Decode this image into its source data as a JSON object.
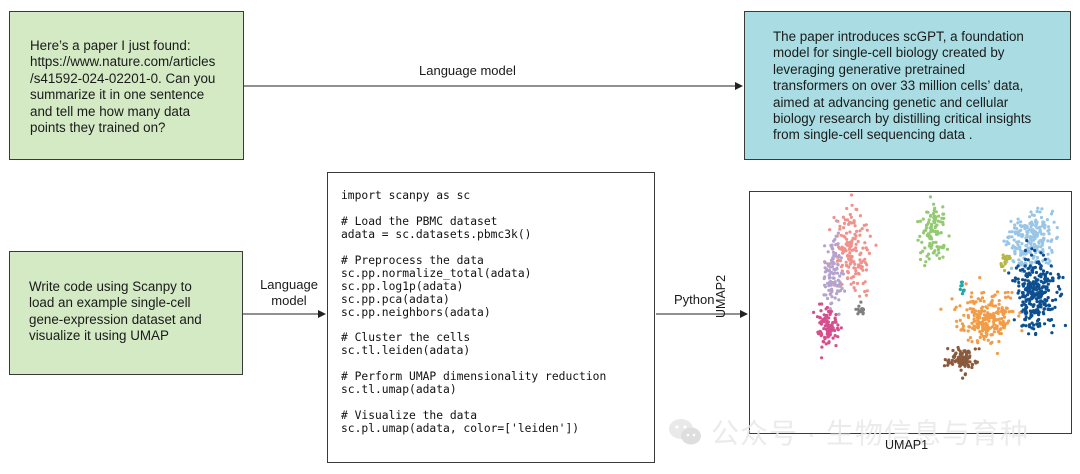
{
  "prompt1": {
    "text": "Here’s a paper I just found:\nhttps://www.nature.com/articles\n/s41592-024-02201-0. Can you\nsummarize it in one sentence\nand tell me how many data\npoints they trained on?"
  },
  "answer1": {
    "text": "The paper introduces scGPT, a foundation\nmodel for single-cell biology created by\nleveraging generative pretrained\ntransformers on over 33 million cells’ data,\naimed at advancing genetic and cellular\nbiology research by distilling critical insights\nfrom single-cell sequencing data ."
  },
  "prompt2": {
    "text": "Write code using Scanpy to\nload an example single-cell\ngene-expression dataset and\nvisualize it using UMAP"
  },
  "code": {
    "text": "import scanpy as sc\n\n# Load the PBMC dataset\nadata = sc.datasets.pbmc3k()\n\n# Preprocess the data\nsc.pp.normalize_total(adata)\nsc.pp.log1p(adata)\nsc.pp.pca(adata)\nsc.pp.neighbors(adata)\n\n# Cluster the cells\nsc.tl.leiden(adata)\n\n# Perform UMAP dimensionality reduction\nsc.tl.umap(adata)\n\n# Visualize the data\nsc.pl.umap(adata, color=['leiden'])"
  },
  "edges": {
    "lm1_label": "Language model",
    "lm2_label": "Language\nmodel",
    "python_label": "Python"
  },
  "plot": {
    "xlabel": "UMAP1",
    "ylabel": "UMAP2"
  },
  "watermark": {
    "text": "公众号 · 生物信息与育种",
    "icon": "wechat-icon"
  },
  "colors": {
    "prompt_bg": "#d3eac4",
    "answer_bg": "#a9dde3",
    "border": "#3a3a3a"
  }
}
